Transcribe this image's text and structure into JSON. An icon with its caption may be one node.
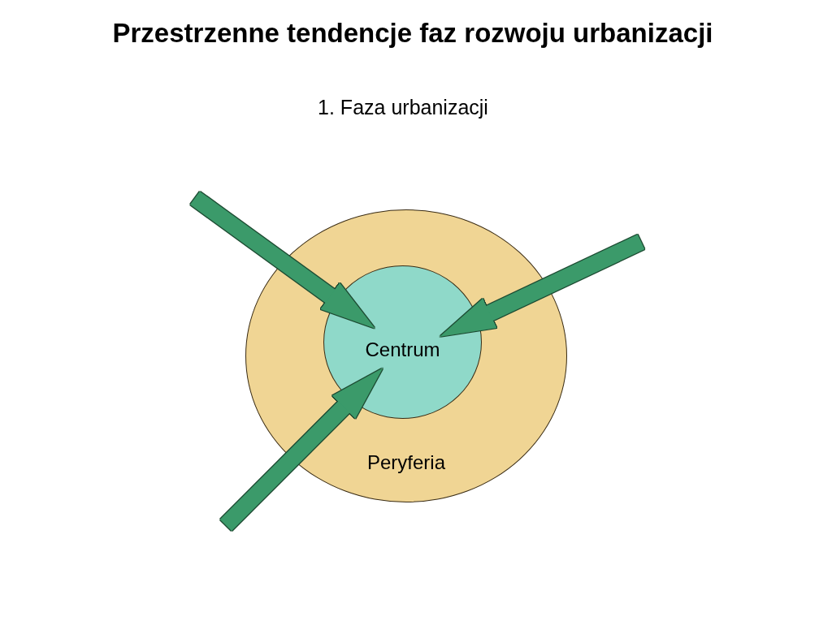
{
  "diagram": {
    "title": "Przestrzenne tendencje faz rozwoju urbanizacji",
    "nodes": [
      {
        "text": [
          "Peryferia"
        ]
      },
      {
        "text": [
          "Centrum"
        ],
        "in": 0
      }
    ],
    "edges": [
      {
        "from": null,
        "to": 1,
        "arrow": "to"
      },
      {
        "from": null,
        "to": 1,
        "arrow": "to"
      },
      {
        "from": null,
        "to": 1,
        "arrow": "to"
      }
    ],
    "labels": [
      "1. Faza urbanizacji"
    ]
  }
}
